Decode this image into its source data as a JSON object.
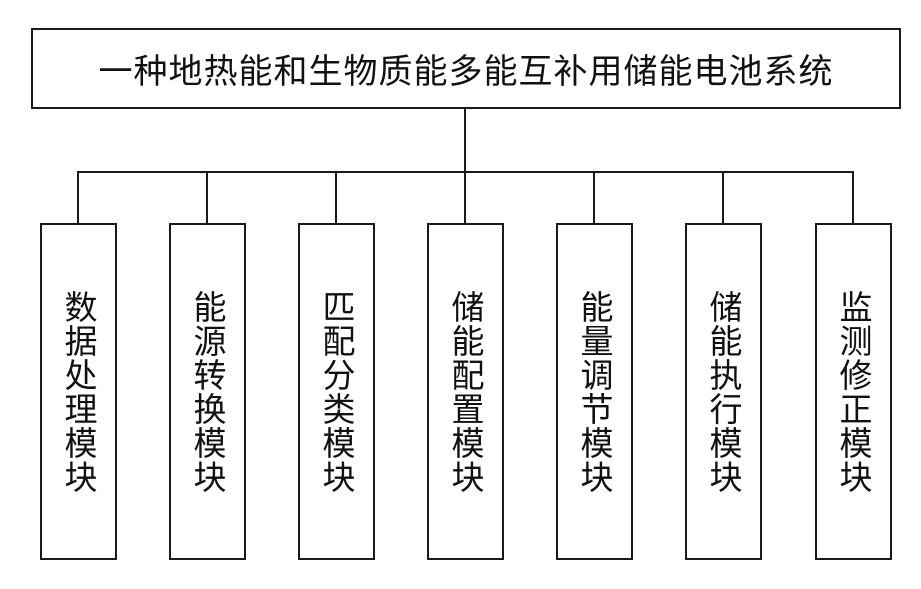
{
  "title": "一种地热能和生物质能多能互补用储能电池系统",
  "modules": [
    {
      "label": "数据处理模块"
    },
    {
      "label": "能源转换模块"
    },
    {
      "label": "匹配分类模块"
    },
    {
      "label": "储能配置模块"
    },
    {
      "label": "能量调节模块"
    },
    {
      "label": "储能执行模块"
    },
    {
      "label": "监测修正模块"
    }
  ]
}
